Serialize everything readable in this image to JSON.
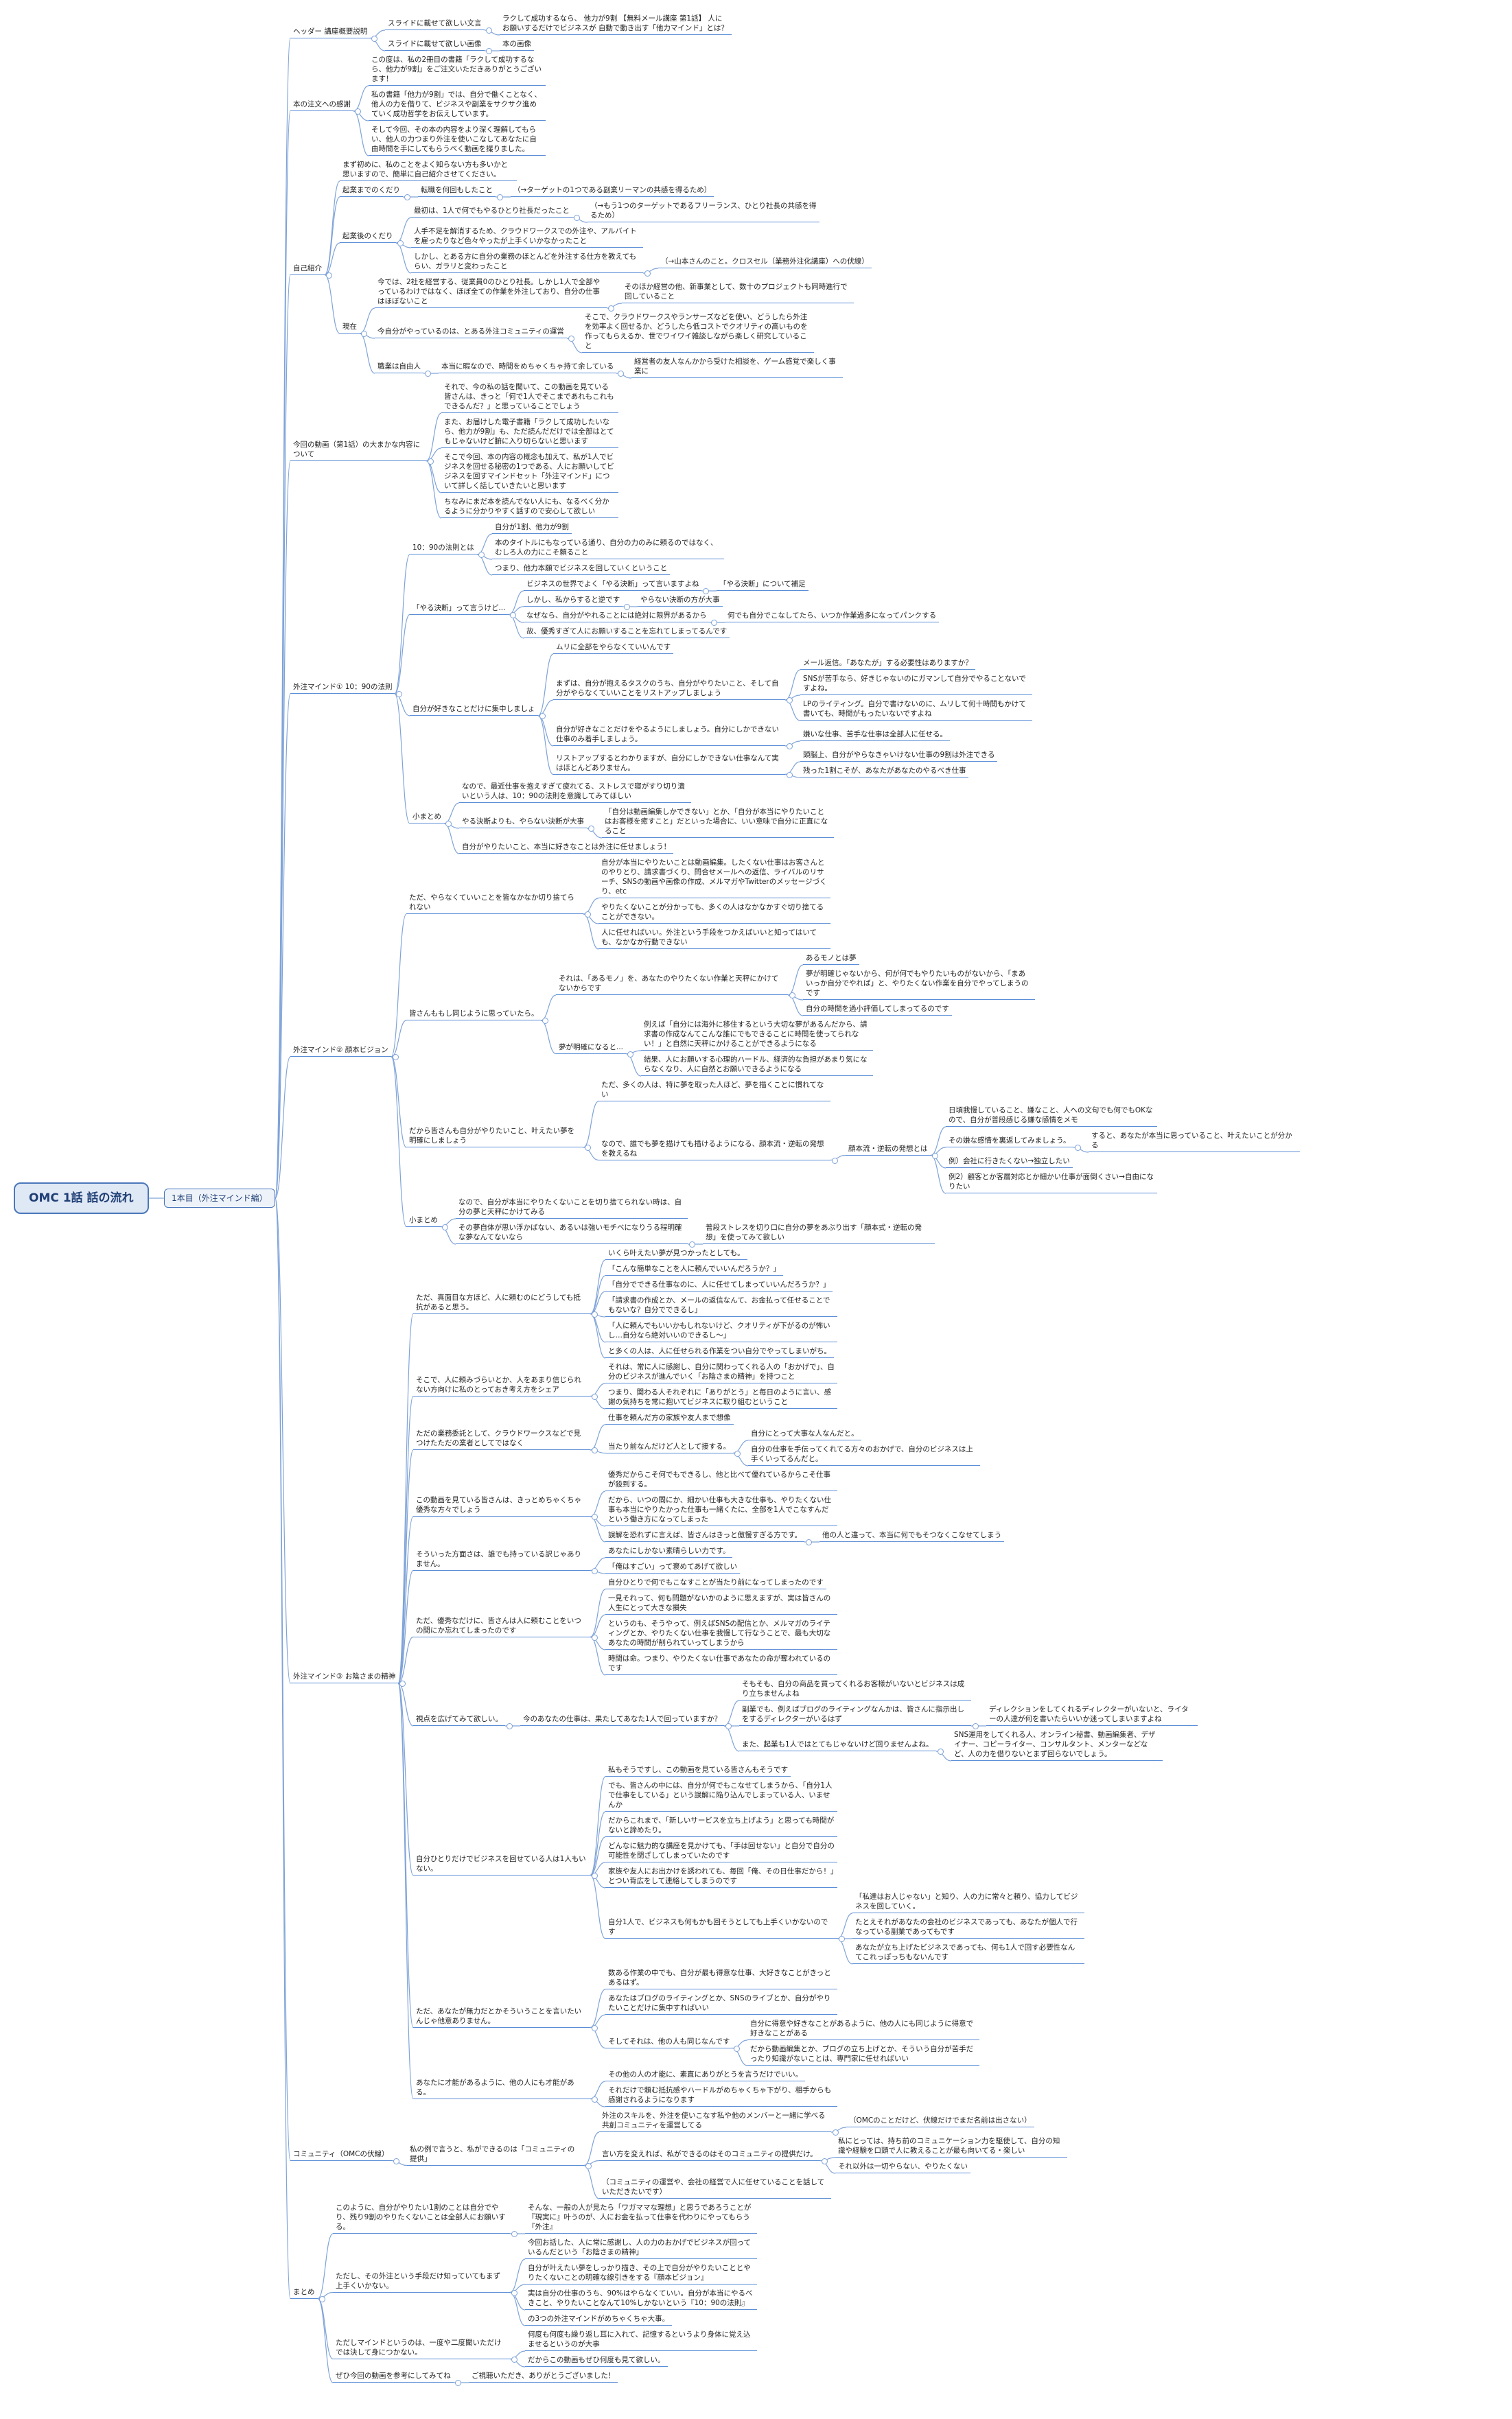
{
  "root": "OMC 1話 話の流れ",
  "main": "1本目（外注マインド編）",
  "sections": [
    {
      "label": "ヘッダー 講座概要説明",
      "items": [
        {
          "label": "スライドに載せて欲しい文言",
          "children": [
            "ラクして成功するなら、\n他力が9割\n\n【無料メール講座 第1話】\n人にお願いするだけでビジネスが\n自動で動き出す「他力マインド」とは？"
          ]
        },
        {
          "label": "スライドに載せて欲しい画像",
          "children": [
            "本の画像"
          ]
        }
      ]
    },
    {
      "label": "本の注文への感謝",
      "items": [
        {
          "label": "この度は、私の2冊目の書籍「ラクして成功するなら、他力が9割」をご注文いただきありがとうございます！"
        },
        {
          "label": "私の書籍「他力が9割」では、自分で働くことなく、他人の力を借りて、ビジネスや副業をサクサク進めていく成功哲学をお伝えしています。"
        },
        {
          "label": "そして今回、その本の内容をより深く理解してもらい、他人の力つまり外注を使いこなしてあなたに自由時間を手にしてもらうべく動画を撮りました。"
        }
      ]
    },
    {
      "label": "自己紹介",
      "items": [
        {
          "label": "まず初めに、私のことをよく知らない方も多いかと思いますので、簡単に自己紹介させてください。"
        },
        {
          "label": "起業までのくだり",
          "children": [
            {
              "label": "転職を何回もしたこと",
              "children": [
                "（→ターゲットの1つである副業リーマンの共感を得るため）"
              ]
            }
          ]
        },
        {
          "label": "起業後のくだり",
          "children": [
            {
              "label": "最初は、1人で何でもやるひとり社長だったこと",
              "children": [
                "（→もう1つのターゲットであるフリーランス、ひとり社長の共感を得るため）"
              ]
            },
            {
              "label": "人手不足を解消するため、クラウドワークスでの外注や、アルバイトを雇ったりなど色々やったが上手くいかなかったこと"
            },
            {
              "label": "しかし、とある方に自分の業務のほとんどを外注する仕方を教えてもらい、ガラリと変わったこと",
              "children": [
                "（→山本さんのこと。クロスセル（業務外注化講座）への伏線）"
              ]
            }
          ]
        },
        {
          "label": "現在",
          "children": [
            {
              "label": "今では、2社を経営する、従業員0のひとり社長。しかし1人で全部やっているわけではなく、ほぼ全ての作業を外注しており、自分の仕事はほぼないこと",
              "children": [
                "そのほか経営の他、新事業として、数十のプロジェクトも同時進行で回していること"
              ]
            },
            {
              "label": "今自分がやっているのは、とある外注コミュニティの運営",
              "children": [
                "そこで、クラウドワークスやランサーズなどを使い、どうしたら外注を効率よく回せるか、どうしたら低コストでクオリティの高いものを作ってもらえるか、世でワイワイ雑談しながら楽しく研究していること"
              ]
            },
            {
              "label": "職業は自由人",
              "children": [
                {
                  "label": "本当に暇なので、時間をめちゃくちゃ持て余している",
                  "children": [
                    "経営者の友人なんかから受けた相談を、ゲーム感覚で楽しく事業に"
                  ]
                }
              ]
            }
          ]
        }
      ]
    },
    {
      "label": "今回の動画（第1話）の大まかな内容について",
      "items": [
        {
          "label": "それで、今の私の話を聞いて、この動画を見ている皆さんは、きっと「何で1人でそこまであれもこれもできるんだ？」と思っていることでしょう"
        },
        {
          "label": "また、お届けした電子書籍「ラクして成功したいなら、他力が9割」も、ただ読んだだけでは全部はとてもじゃないけど腑に入り切らないと思います"
        },
        {
          "label": "そこで今回、本の内容の概念も加えて、私が1人でビジネスを回せる秘密の1つである、人にお願いしてビジネスを回すマインドセット「外注マインド」について詳しく話していきたいと思います"
        },
        {
          "label": "ちなみにまだ本を読んでない人にも、なるべく分かるように分かりやすく話すので安心して欲しい"
        }
      ]
    },
    {
      "label": "外注マインド① 10：90の法則",
      "items": [
        {
          "label": "10：90の法則とは",
          "children": [
            "自分が1割、他力が9割",
            "本のタイトルにもなっている通り、自分の力のみに頼るのではなく、むしろ人の力にこそ頼ること",
            "つまり、他力本願でビジネスを回していくということ"
          ]
        },
        {
          "label": "「やる決断」って言うけど...",
          "children": [
            {
              "label": "ビジネスの世界でよく「やる決断」って言いますよね",
              "children": [
                "「やる決断」について補足"
              ]
            },
            {
              "label": "しかし、私からすると逆です",
              "children": [
                "やらない決断の方が大事"
              ]
            },
            {
              "label": "なぜなら、自分がやれることには絶対に限界があるから",
              "children": [
                "何でも自分でこなしてたら、いつか作業過多になってパンクする"
              ]
            },
            {
              "label": "故、優秀すぎて人にお願いすることを忘れてしまってるんです"
            }
          ]
        },
        {
          "label": "自分が好きなことだけに集中しましょ",
          "children": [
            {
              "label": "ムリに全部をやらなくていいんです"
            },
            {
              "label": "まずは、自分が抱えるタスクのうち、自分がやりたいこと、そして自分がやらなくていいことをリストアップしましょう",
              "children": [
                "メール返信。「あなたが」する必要性はありますか？",
                "SNSが苦手なら、好きじゃないのにガマンして自分でやることないですよね。",
                "LPのライティング。自分で書けないのに、ムリして何十時間もかけて書いても、時間がもったいないですよね"
              ]
            },
            {
              "label": "自分が好きなことだけをやるようにしましょう。自分にしかできない仕事のみ着手しましょう。",
              "children": [
                "嫌いな仕事、苦手な仕事は全部人に任せる。"
              ]
            },
            {
              "label": "リストアップするとわかりますが、自分にしかできない仕事なんて実はほとんどありません。",
              "children": [
                "頭脳上、自分がやらなきゃいけない仕事の9割は外注できる",
                "残った1割こそが、あなたがあなたのやるべき仕事"
              ]
            }
          ]
        },
        {
          "label": "小まとめ",
          "children": [
            "なので、最近仕事を抱えすぎて疲れてる、ストレスで寝がすり切り潰いという人は、10：90の法則を意識してみてほしい",
            {
              "label": "やる決断よりも、やらない決断が大事",
              "children": [
                "「自分は動画編集しかできない」とか、「自分が本当にやりたいことはお客様を癒すこと」だといった場合に、いい意味で自分に正直になること"
              ]
            },
            "自分がやりたいこと、本当に好きなことは外注に任せましょう！"
          ]
        }
      ]
    },
    {
      "label": "外注マインド② 顔本ビジョン",
      "items": [
        {
          "label": "ただ、やらなくていいことを皆なかなか切り捨てられない",
          "children": [
            "自分が本当にやりたいことは動画編集。したくない仕事はお客さんとのやりとり、請求書づくり、問合せメールへの返信、ライバルのリサーチ、SNSの動画や画像の作成、メルマガやTwitterのメッセージづくり、etc",
            "やりたくないことが分かっても、多くの人はなかなかすぐ切り捨てることができない。",
            "人に任せればいい。外注という手段をつかえばいいと知ってはいても、なかなか行動できない"
          ]
        },
        {
          "label": "皆さんももし同じように思っていたら。",
          "children": [
            {
              "label": "それは、「あるモノ」を、あなたのやりたくない作業と天秤にかけてないからです",
              "children": [
                "あるモノとは夢",
                "夢が明確じゃないから、何が何でもやりたいものがないから、「まあいっか自分でやれば」と、やりたくない作業を自分でやってしまうのです",
                "自分の時間を過小評価してしまってるのです"
              ]
            },
            {
              "label": "夢が明確になると...",
              "children": [
                "例えば「自分には海外に移住するという大切な夢があるんだから、請求書の作成なんてこんな誰にでもできることに時間を使ってられない！」と自然に天秤にかけることができるようになる",
                "結果、人にお願いする心理的ハードル、経済的な負担があまり気にならなくなり、人に自然とお願いできるようになる"
              ]
            }
          ]
        },
        {
          "label": "だから皆さんも自分がやりたいこと、叶えたい夢を明確にしましょう",
          "children": [
            "ただ、多くの人は、特に夢を取った人ほど、夢を描くことに慣れてない",
            {
              "label": "なので、誰でも夢を描けても描けるようになる、顔本流・逆転の発想を教えるね",
              "children": [
                {
                  "label": "顔本流・逆転の発想とは",
                  "children": [
                    "日頃我慢していること、嫌なこと、人への文句でも何でもOKなので、自分が普段感じる嫌な感情をメモ",
                    {
                      "label": "その嫌な感情を裏返してみましょう。",
                      "children": [
                        "すると、あなたが本当に思っていること、叶えたいことが分かる"
                      ]
                    },
                    "例）会社に行きたくない→独立したい",
                    "例2）顧客とか客層対応とか細かい仕事が面倒くさい→自由になりたい"
                  ]
                }
              ]
            }
          ]
        },
        {
          "label": "小まとめ",
          "children": [
            "なので、自分が本当にやりたくないことを切り捨てられない時は、自分の夢と天秤にかけてみる",
            {
              "label": "その夢自体が思い浮かばない、あるいは強いモチベになりうる程明確な夢なんてないなら",
              "children": [
                "普段ストレスを切り口に自分の夢をあぶり出す「顔本式・逆転の発想」を使ってみて欲しい"
              ]
            }
          ]
        }
      ]
    },
    {
      "label": "外注マインド③ お陰さまの精神",
      "items": [
        {
          "label": "ただ、真面目な方ほど、人に頼むのにどうしても抵抗があると思う。",
          "children": [
            "いくら叶えたい夢が見つかったとしても。",
            "「こんな簡単なことを人に頼んでいいんだろうか？」",
            "「自分でできる仕事なのに、人に任せてしまっていいんだろうか？」",
            "「請求書の作成とか、メールの返信なんて、お金払って任せることでもないな？自分でできるし」",
            "「人に頼んでもいいかもしれないけど、クオリティが下がるのが怖いし…自分なら絶対いいのできるし〜」",
            "と多くの人は、人に任せられる作業をつい自分でやってしまいがち。"
          ]
        },
        {
          "label": "そこで、人に頼みづらいとか、人をあまり信じられない方向けに私のとっておき考え方をシェア",
          "children": [
            "それは、常に人に感謝し、自分に関わってくれる人の「おかげで」、自分のビジネスが進んでいく「お陰さまの精神」を持つこと",
            "つまり、関わる人それぞれに「ありがとう」と毎日のように言い、感謝の気持ちを常に抱いてビジネスに取り組むということ"
          ]
        },
        {
          "label": "ただの業務委託として、クラウドワークスなどで見つけたただの業者としてではなく",
          "children": [
            "仕事を頼んだ方の家族や友人まで想像",
            {
              "label": "当たり前なんだけど人として接する。",
              "children": [
                "自分にとって大事な人なんだと。",
                "自分の仕事を手伝ってくれてる方々のおかげで、自分のビジネスは上手くいってるんだと。"
              ]
            }
          ]
        },
        {
          "label": "この動画を見ている皆さんは、きっとめちゃくちゃ優秀な方々でしょう",
          "children": [
            "優秀だからこそ何でもできるし、他と比べて優れているからこそ仕事が殺到する。",
            "だから、いつの間にか、細かい仕事も大きな仕事も、やりたくない仕事も本当にやりたかった仕事も一緒くたに、全部を1人でこなすんだという働き方になってしまった",
            {
              "label": "誤解を恐れずに言えば、皆さんはきっと傲慢すぎる方です。",
              "children": [
                "他の人と違って、本当に何でもそつなくこなせてしまう"
              ]
            }
          ]
        },
        {
          "label": "そういった方面さは、誰でも持っている訳じゃありません。",
          "children": [
            "あなたにしかない素晴らしい力です。",
            "「俺はすごい」って褒めてあげて欲しい"
          ]
        },
        {
          "label": "ただ、優秀なだけに、皆さんは人に頼むことをいつの間にか忘れてしまったのです",
          "children": [
            "自分ひとりで何でもこなすことが当たり前になってしまったのです",
            "一見それって、何も問題がないかのように思えますが、実は皆さんの人生にとって大きな損失",
            "というのも、そうやって、例えばSNSの配信とか、メルマガのライティングとか、やりたくない仕事を我慢して行なうことで、最も大切なあなたの時間が削られていってしまうから",
            "時間は命。つまり、やりたくない仕事であなたの命が奪われているのです"
          ]
        },
        {
          "label": "視点を広げてみて欲しい。",
          "children": [
            {
              "label": "今のあなたの仕事は、果たしてあなた1人で回っていますか？",
              "children": [
                "そもそも、自分の商品を買ってくれるお客様がいないとビジネスは成り立ちませんよね",
                {
                  "label": "副業でも、例えばブログのライティングなんかは、皆さんに指示出しをするディレクターがいるはず",
                  "children": [
                    "ディレクションをしてくれるディレクターがいないと、ライターの人達が何を書いたらいいか迷ってしまいますよね"
                  ]
                },
                {
                  "label": "また、起業も1人ではとてもじゃないけど回りませんよね。",
                  "children": [
                    "SNS運用をしてくれる人、オンライン秘書、動画編集者、デザイナー、コピーライター、コンサルタント、メンターなどなど、人の力を借りないとまず回らないでしょう。"
                  ]
                }
              ]
            }
          ]
        },
        {
          "label": "自分ひとりだけでビジネスを回せている人は1人もいない。",
          "children": [
            "私もそうですし、この動画を見ている皆さんもそうです",
            "でも、皆さんの中には、自分が何でもこなせてしまうから、「自分1人で仕事をしている」という誤解に陥り込んでしまっている人、いませんか",
            "だからこれまで、「新しいサービスを立ち上げよう」と思っても時間がないと諦めたり。",
            "どんなに魅力的な講座を見かけても、「手は回せない」と自分で自分の可能性を閉ざしてしまっていたのです",
            "家族や友人にお出かけを誘われても、毎回「俺、その日仕事だから！」とつい背広をして連絡してしまうのです",
            {
              "label": "自分1人で、ビジネスも何もかも回そうとしても上手くいかないのです",
              "children": [
                "「私達はお人じゃない」と知り、人の力に常々と頼り、協力してビジネスを回していく。",
                "たとえそれがあなたの会社のビジネスであっても、あなたが個人で行なっている副業であってもです",
                "あなたが立ち上げたビジネスであっても、何も1人で回す必要性なんてこれっぽっちもないんです"
              ]
            }
          ]
        },
        {
          "label": "ただ、あなたが無力だとかそういうことを言いたいんじゃ他意ありません。",
          "children": [
            "数ある作業の中でも、自分が最も得意な仕事、大好きなことがきっとあるはず。",
            "あなたはブログのライティングとか、SNSのライブとか、自分がやりたいことだけに集中すればいい",
            {
              "label": "そしてそれは、他の人も同じなんです",
              "children": [
                "自分に得意や好きなことがあるように、他の人にも同じように得意で好きなことがある",
                "だから動画編集とか、ブログの立ち上げとか、そういう自分が苦手だったり知識がないことは、専門家に任せればいい"
              ]
            }
          ]
        },
        {
          "label": "あなたに才能があるように、他の人にも才能がある。",
          "children": [
            "その他の人の才能に、素直にありがとうを言うだけでいい。",
            "それだけで頼む抵抗感やハードルがめちゃくちゃ下がり、相手からも感謝されるようになります"
          ]
        }
      ]
    },
    {
      "label": "コミュニティ（OMCの伏線）",
      "items": [
        {
          "label": "私の例で言うと、私ができるのは「コミュニティの提供」",
          "children": [
            {
              "label": "外注のスキルを、外注を使いこなす私や他のメンバーと一緒に学べる共創コミュニティを運営してる",
              "children": [
                "（OMCのことだけど、伏線だけでまだ名前は出さない）"
              ]
            },
            {
              "label": "言い方を変えれば、私ができるのはそのコミュニティの提供だけ。",
              "children": [
                "私にとっては、持ち前のコミュニケーション力を駆使して、自分の知識や経験を口頭で人に教えることが最も向いてる・楽しい",
                "それ以外は一切やらない、やりたくない"
              ]
            },
            "（コミュニティの運営や、会社の経営で人に任せていることを話していただきたいです）"
          ]
        }
      ]
    },
    {
      "label": "まとめ",
      "items": [
        {
          "label": "このように、自分がやりたい1割のことは自分でやり、残り9割のやりたくないことは全部人にお願いする。",
          "children": [
            "そんな、一般の人が見たら「ワガママな理想」と思うであろうことが『現実に』叶うのが、人にお金を払って仕事を代わりにやってもらう『外注』"
          ]
        },
        {
          "label": "ただし、その外注という手段だけ知っていてもまず上手くいかない。",
          "children": [
            "今回お話した、人に常に感謝し、人の力のおかげでビジネスが回っているんだという「お陰さまの精神」",
            "自分が叶えたい夢をしっかり描き、その上で自分がやりたいこととやりたくないことの明確な線引きをする『顔本ビジョン』",
            "実は自分の仕事のうち、90%はやらなくていい。自分が本当にやるべきこと、やりたいことなんて10%しかないという『10：90の法則』",
            "の3つの外注マインドがめちゃくちゃ大事。"
          ]
        },
        {
          "label": "ただしマインドというのは、一度や二度聞いただけでは決して身につかない。",
          "children": [
            "何度も何度も繰り返し耳に入れて、記憶するというより身体に覚え込ませるというのが大事",
            "だからこの動画もぜひ何度も見て欲しい。"
          ]
        },
        {
          "label": "ぜひ今回の動画を参考にしてみてね",
          "children": [
            "ご視聴いただき、ありがとうございました！"
          ]
        }
      ]
    }
  ]
}
